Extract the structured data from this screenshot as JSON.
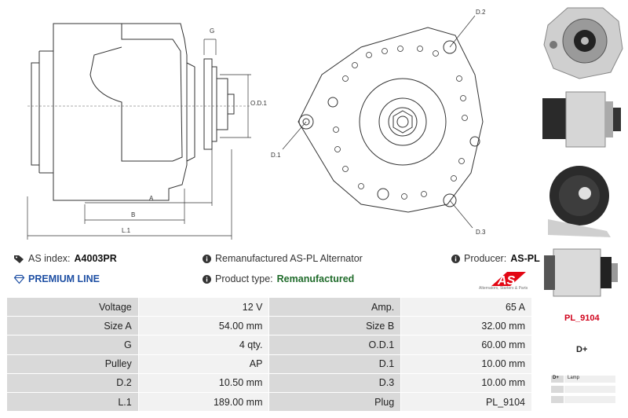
{
  "diagram": {
    "labels": {
      "g": "G",
      "od1": "O.D.1",
      "a": "A",
      "b": "B",
      "l1": "L.1",
      "d1": "D.1",
      "d2": "D.2",
      "d3": "D.3"
    }
  },
  "info": {
    "as_index_label": "AS index:",
    "as_index_value": "A4003PR",
    "premium_line": "PREMIUM LINE",
    "description": "Remanufactured AS-PL Alternator",
    "product_type_label": "Product type:",
    "product_type_value": "Remanufactured",
    "producer_label": "Producer:",
    "producer_value": "AS-PL"
  },
  "logo": {
    "text": "AS",
    "tagline": "Alternators, Starters & Parts"
  },
  "specs": [
    {
      "l1": "Voltage",
      "v1": "12 V",
      "l2": "Amp.",
      "v2": "65 A"
    },
    {
      "l1": "Size A",
      "v1": "54.00 mm",
      "l2": "Size B",
      "v2": "32.00 mm"
    },
    {
      "l1": "G",
      "v1": "4 qty.",
      "l2": "O.D.1",
      "v2": "60.00 mm"
    },
    {
      "l1": "Pulley",
      "v1": "AP",
      "l2": "D.1",
      "v2": "10.00 mm"
    },
    {
      "l1": "D.2",
      "v1": "10.50 mm",
      "l2": "D.3",
      "v2": "10.00 mm"
    },
    {
      "l1": "L.1",
      "v1": "189.00 mm",
      "l2": "Plug",
      "v2": "PL_9104"
    }
  ],
  "side": {
    "plug_code": "PL_9104",
    "terminal": "D+",
    "plug_rows": [
      {
        "pin": "D+",
        "desc": "Lamp"
      },
      {
        "pin": "",
        "desc": ""
      },
      {
        "pin": "",
        "desc": ""
      }
    ]
  },
  "colors": {
    "premium_blue": "#1e4fa3",
    "product_type_green": "#1f6b2a",
    "plug_red": "#d0021b",
    "logo_red": "#e30613"
  },
  "icons": [
    "tag-icon",
    "diamond-icon",
    "info-icon"
  ]
}
